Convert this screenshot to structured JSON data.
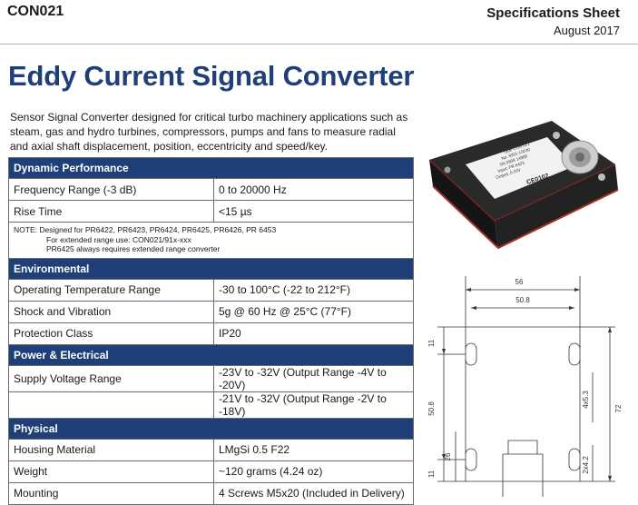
{
  "header": {
    "doc_code": "CON021",
    "sheet_title": "Specifications Sheet",
    "date": "August 2017"
  },
  "title": "Eddy Current Signal Converter",
  "intro": "Sensor Signal Converter designed for critical turbo machinery applications such as steam, gas and hydro turbines, compressors, pumps and fans to measure radial and axial shaft displacement, position, eccentricity and speed/key.",
  "sections": {
    "dynamic": {
      "title": "Dynamic Performance",
      "rows": [
        {
          "param": "Frequency Range (-3 dB)",
          "value": "0 to 20000 Hz"
        },
        {
          "param": "Rise Time",
          "value": "<15 µs"
        }
      ],
      "note": {
        "line1": "NOTE: Designed for PR6422, PR6423, PR6424, PR6425, PR6426, PR 6453",
        "line2": "For extended range use: CON021/91x-xxx",
        "line3": "PR6425 always requires extended range converter"
      }
    },
    "environmental": {
      "title": "Environmental",
      "rows": [
        {
          "param": "Operating Temperature Range",
          "value": "-30 to 100°C (-22 to 212°F)"
        },
        {
          "param": "Shock and Vibration",
          "value": "5g @ 60 Hz @ 25°C (77°F)"
        },
        {
          "param": "Protection Class",
          "value": "IP20"
        }
      ]
    },
    "power": {
      "title": "Power & Electrical",
      "rows": [
        {
          "param": "Supply Voltage Range",
          "value": "-23V to -32V (Output Range -4V to -20V)"
        },
        {
          "param": "",
          "value": "-21V to -32V (Output Range -2V to -18V)"
        }
      ]
    },
    "physical": {
      "title": "Physical",
      "rows": [
        {
          "param": "Housing Material",
          "value": "LMgSi 0.5 F22"
        },
        {
          "param": "Weight",
          "value": "~120 grams (4.24 oz)"
        },
        {
          "param": "Mounting",
          "value": "4 Screws M5x20 (Included in Delivery)"
        }
      ]
    }
  },
  "product_photo": {
    "label_lines": [
      "Type CON 021",
      "No. 9201-10530",
      "SN 0908 14999",
      "Input: PR 6423",
      "Output: 0-20V"
    ],
    "ce_mark": "CE0102"
  },
  "drawing": {
    "dim_56": "56",
    "dim_50_8_top": "50.8",
    "dim_11_top": "11",
    "dim_50_8_side": "50.8",
    "dim_26": "26",
    "dim_11_bottom": "11",
    "dim_4x5_3": "4x5.3",
    "dim_72": "72",
    "dim_2x4_2": "2x4.2"
  }
}
